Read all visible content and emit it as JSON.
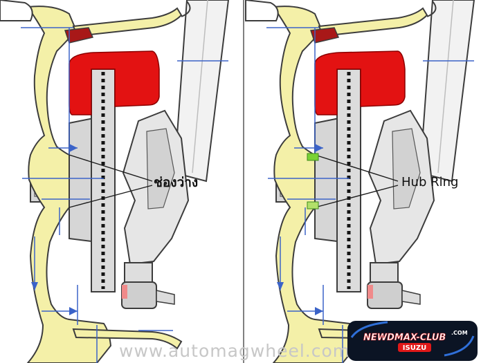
{
  "labels": {
    "left_panel": "ช่องว่าง",
    "right_panel": "Hub Ring"
  },
  "watermark": {
    "url": "www.automagwheel.com"
  },
  "badge": {
    "line1": "NEWDMAX-CLUB",
    "line1_suffix": ".COM",
    "line2": "ISUZU"
  },
  "colors": {
    "caliper": "#e31212",
    "wheel_fill": "#f4f0a8",
    "wheel_outline": "#3c3c3c",
    "hub_gray": "#d6d6d6",
    "strut_fill": "#f2f2f2",
    "guide_line": "#3b63c8",
    "hub_ring": "#7ad234",
    "badge_bg": "#0b1424",
    "badge_accent": "#e01818"
  }
}
